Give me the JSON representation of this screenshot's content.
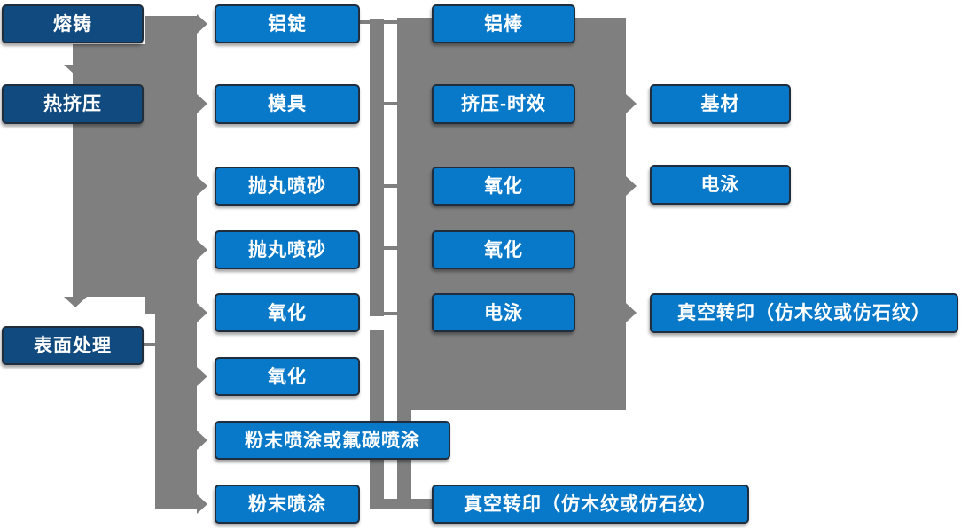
{
  "diagram": {
    "type": "flowchart",
    "description_lang": "zh-CN",
    "background": "#ffffff",
    "colors": {
      "box_fill": "#0878c8",
      "box_fill_dark": "#114a7e",
      "connector_gray": "#7f7f7f",
      "box_border": "#1f2d3d",
      "box_text": "#ffffff"
    },
    "nodes": [
      {
        "id": "melting-casting",
        "label": "熔铸"
      },
      {
        "id": "hot-extrusion",
        "label": "热挤压"
      },
      {
        "id": "surface-treatment",
        "label": "表面处理"
      },
      {
        "id": "aluminum-ingot",
        "label": "铝锭"
      },
      {
        "id": "mold",
        "label": "模具"
      },
      {
        "id": "shot-blasting-1",
        "label": "抛丸喷砂"
      },
      {
        "id": "shot-blasting-2",
        "label": "抛丸喷砂"
      },
      {
        "id": "oxidation-1",
        "label": "氧化"
      },
      {
        "id": "oxidation-2",
        "label": "氧化"
      },
      {
        "id": "powder-or-fluorocarbon-coating",
        "label": "粉末喷涂或氟碳喷涂"
      },
      {
        "id": "powder-coating",
        "label": "粉末喷涂"
      },
      {
        "id": "aluminum-rod",
        "label": "铝棒"
      },
      {
        "id": "extrusion-aging",
        "label": "挤压-时效"
      },
      {
        "id": "oxidation-3",
        "label": "氧化"
      },
      {
        "id": "oxidation-4",
        "label": "氧化"
      },
      {
        "id": "electrophoresis-1",
        "label": "电泳"
      },
      {
        "id": "vacuum-transfer-print-1",
        "label": "真空转印（仿木纹或仿石纹）"
      },
      {
        "id": "base-material",
        "label": "基材"
      },
      {
        "id": "electrophoresis-2",
        "label": "电泳"
      },
      {
        "id": "vacuum-transfer-print-2",
        "label": "真空转印（仿木纹或仿石纹）"
      }
    ]
  }
}
